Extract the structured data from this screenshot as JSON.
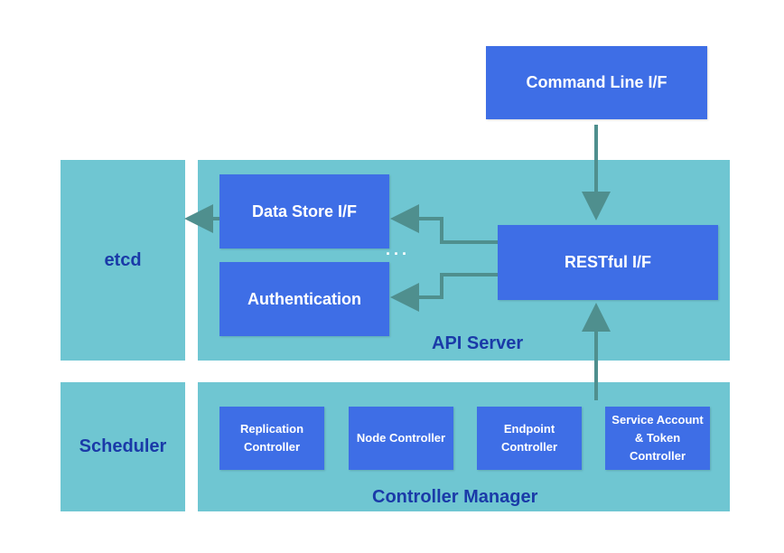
{
  "colors": {
    "panel": "#6fc6d2",
    "box": "#3e6ee6",
    "panel_label": "#1a3aa8",
    "arrow": "#4f8f8e"
  },
  "command_line": {
    "label": "Command Line I/F"
  },
  "etcd": {
    "label": "etcd"
  },
  "api_server": {
    "label": "API Server",
    "data_store": "Data Store I/F",
    "authentication": "Authentication",
    "ellipsis": "...",
    "restful": "RESTful I/F"
  },
  "scheduler": {
    "label": "Scheduler"
  },
  "controller_manager": {
    "label": "Controller Manager",
    "controllers": [
      {
        "lines": [
          "Replication",
          "Controller"
        ]
      },
      {
        "lines": [
          "Node Controller"
        ]
      },
      {
        "lines": [
          "Endpoint",
          "Controller"
        ]
      },
      {
        "lines": [
          "Service Account",
          "& Token",
          "Controller"
        ]
      }
    ]
  }
}
